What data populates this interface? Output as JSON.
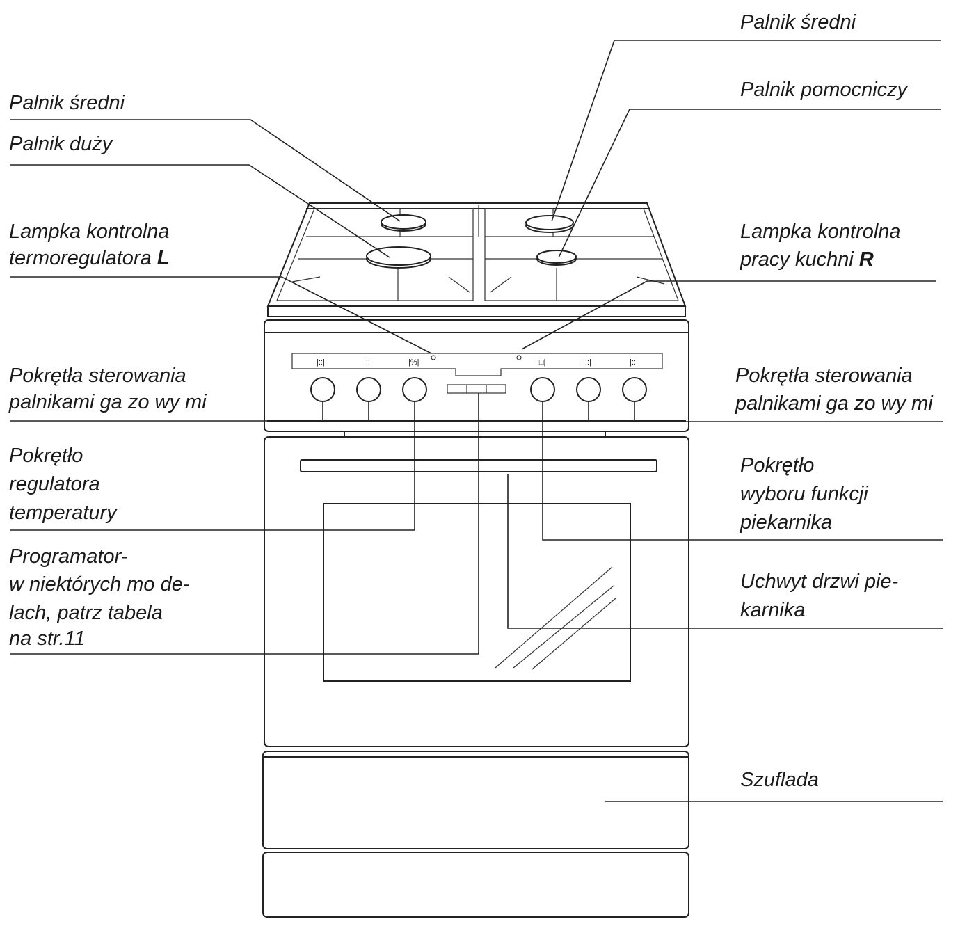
{
  "labels": {
    "left": {
      "palnik_sredni": "Palnik średni",
      "palnik_duzy": "Palnik duży",
      "lampka_l_line1": "Lampka kontrolna",
      "lampka_l_line2": "termoregulatora",
      "lampka_l_letter": "L",
      "pokretla_left_line1": "Pokrętła sterowania",
      "pokretla_left_line2": "palnikami ga zo wy mi",
      "pokretlo_temp_line1": "Pokrętło",
      "pokretlo_temp_line2": "regulatora",
      "pokretlo_temp_line3": "temperatury",
      "programator_line1": "Programator-",
      "programator_line2": "w niektórych mo de-",
      "programator_line3": "lach, patrz tabela",
      "programator_line4": "na str.11"
    },
    "right": {
      "palnik_sredni": "Palnik średni",
      "palnik_pomocniczy": "Palnik pomocniczy",
      "lampka_r_line1": "Lampka kontrolna",
      "lampka_r_line2": "pracy kuchni",
      "lampka_r_letter": "R",
      "pokretla_right_line1": "Pokrętła sterowania",
      "pokretla_right_line2": "palnikami ga zo wy mi",
      "pokretlo_funkcji_line1": "Pokrętło",
      "pokretlo_funkcji_line2": "wyboru funkcji",
      "pokretlo_funkcji_line3": "piekarnika",
      "uchwyt_line1": "Uchwyt drzwi pie-",
      "uchwyt_line2": "karnika",
      "szuflada": "Szuflada"
    }
  },
  "colors": {
    "line": "#222222",
    "text": "#1a1a1a",
    "background": "#ffffff"
  }
}
